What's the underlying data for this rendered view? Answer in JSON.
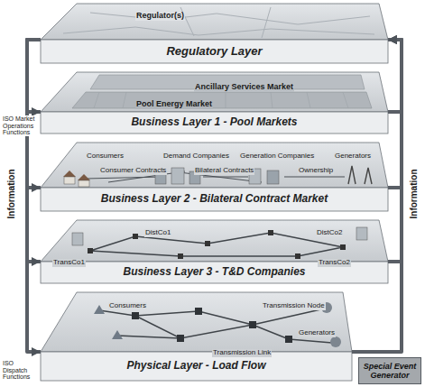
{
  "diagram": {
    "nodes": [
      {
        "text": [
          "Regulatory Layer"
        ]
      },
      {
        "text": [
          "Business Layer 1 - Pool Markets"
        ]
      },
      {
        "text": [
          "Business Layer 2 - Bilateral Contract Market"
        ]
      },
      {
        "text": [
          "Business Layer 3 - T&D Companies"
        ]
      },
      {
        "text": [
          "Physical Layer - Load Flow"
        ]
      },
      {
        "text": [
          "Special Event Generator"
        ]
      }
    ],
    "edges": [
      {
        "from": 0,
        "to": 1,
        "arrow": "to"
      },
      {
        "from": 0,
        "to": 2,
        "arrow": "to"
      },
      {
        "from": 0,
        "to": 3,
        "arrow": "to"
      },
      {
        "from": 0,
        "to": 4,
        "arrow": "to"
      },
      {
        "from": 1,
        "to": 0,
        "arrow": "to"
      },
      {
        "from": 2,
        "to": 0,
        "arrow": "to"
      },
      {
        "from": 3,
        "to": 0,
        "arrow": "to"
      },
      {
        "from": 4,
        "to": 0,
        "arrow": "to"
      }
    ],
    "labels": [
      "Regulator(s)",
      "Ancillary Services Market",
      "Pool Energy Market",
      "ISO Market Operations Functions",
      "Consumers",
      "Demand Companies",
      "Generation Companies",
      "Generators",
      "Consumer Contracts",
      "Bilateral Contracts",
      "Ownership",
      "DistCo1",
      "DistCo2",
      "TransCo1",
      "TransCo2",
      "Consumers",
      "Transmission Node",
      "Generators",
      "Transmission Link",
      "ISO Dispatch Functions",
      "Information",
      "Information"
    ]
  }
}
